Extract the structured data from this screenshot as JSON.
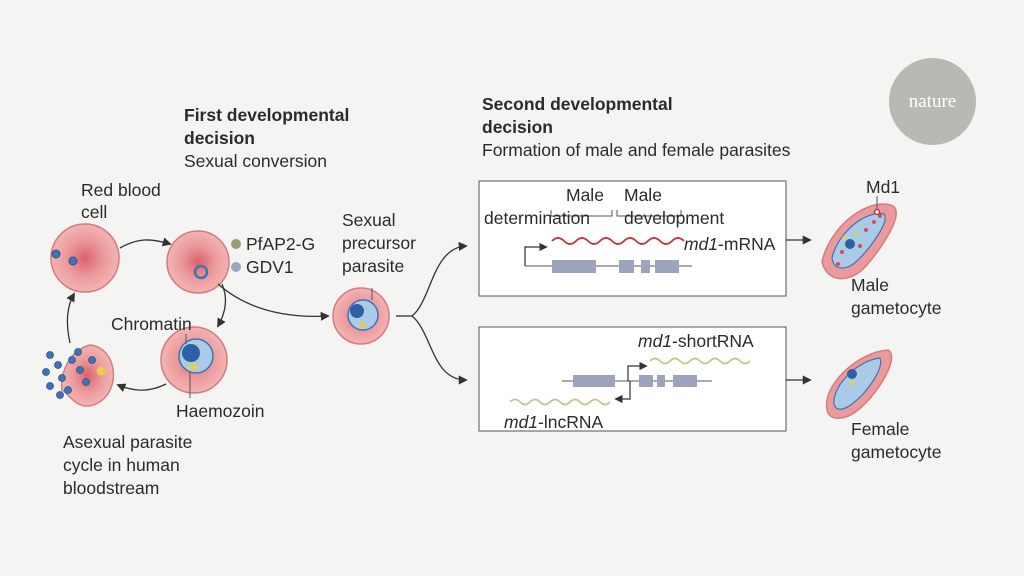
{
  "logo": {
    "text": "nature"
  },
  "first_decision": {
    "title_line1": "First developmental",
    "title_line2": "decision",
    "subtitle": "Sexual conversion"
  },
  "second_decision": {
    "title_line1": "Second developmental",
    "title_line2": "decision",
    "subtitle": "Formation of male and female parasites"
  },
  "labels": {
    "red_blood_cell_line1": "Red blood",
    "red_blood_cell_line2": "cell",
    "pfap2g": "PfAP2-G",
    "gdv1": "GDV1",
    "chromatin": "Chromatin",
    "haemozoin": "Haemozoin",
    "asexual_line1": "Asexual parasite",
    "asexual_line2": "cycle in human",
    "asexual_line3": "bloodstream",
    "sexual_line1": "Sexual",
    "sexual_line2": "precursor",
    "sexual_line3": "parasite",
    "male_det_line1": "Male",
    "male_det_line2": "determination",
    "male_dev_line1": "Male",
    "male_dev_line2": "development",
    "md1_mrna_italic": "md1",
    "md1_mrna_suffix": "-mRNA",
    "md1_short_italic": "md1",
    "md1_short_suffix": "-shortRNA",
    "md1_lnc_italic": "md1",
    "md1_lnc_suffix": "-lncRNA",
    "md1_protein": "Md1",
    "male_gam_line1": "Male",
    "male_gam_line2": "gametocyte",
    "female_gam_line1": "Female",
    "female_gam_line2": "gametocyte"
  },
  "colors": {
    "rbc": "#e98c8f",
    "rbc_center": "#d9696e",
    "parasite_blue": "#3f73b5",
    "parasite_light": "#a9cbe8",
    "haemozoin": "#e8cf47",
    "exon": "#9ea4bd",
    "mrna_red": "#c63a3a",
    "lnc_green": "#c9c68c",
    "pfap2g_dot": "#9e9a78",
    "gdv1_dot": "#99a6c2",
    "logo_bg": "#b9b8b3"
  }
}
